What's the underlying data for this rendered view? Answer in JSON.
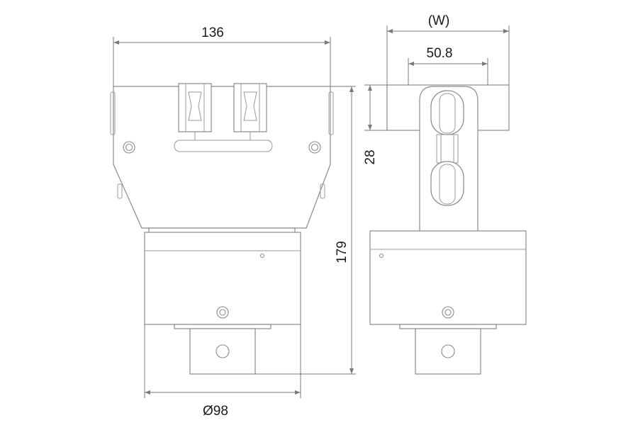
{
  "drawing": {
    "dimensions": {
      "front_width": "136",
      "side_width": "(W)",
      "side_inner_width": "50.8",
      "clamp_height": "28",
      "total_height": "179",
      "body_diameter": "Ø98"
    },
    "line_color": "#8a8a8a",
    "dimension_line_color": "#7a7a7a",
    "text_color": "#1a1a1a"
  }
}
